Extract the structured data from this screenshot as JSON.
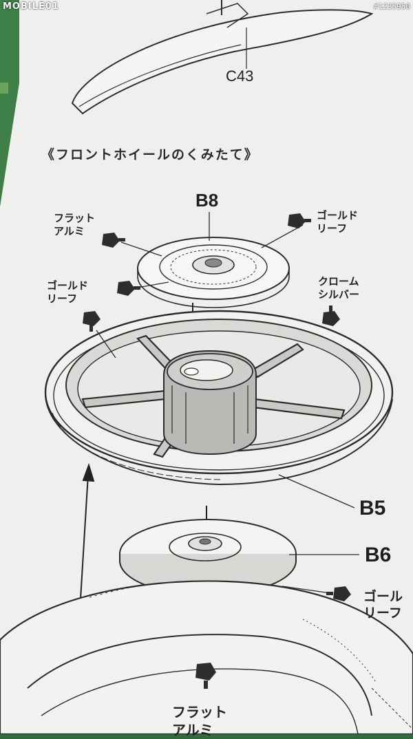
{
  "watermark": {
    "site": "MOBILE01",
    "post_id": "#1235950"
  },
  "heading": "《フロントホイールのくみたて》",
  "parts": {
    "fender": "C43",
    "hub_cover": "B8",
    "wheel": "B5",
    "back_disc": "B6"
  },
  "paint_labels": {
    "flat_alu_top": "フラット\nアルミ",
    "gold_leaf_top": "ゴールド\nリーフ",
    "gold_leaf_left": "ゴールド\nリーフ",
    "chrome_silver": "クローム\nシルバー",
    "gold_leaf_bottom": "ゴール\nリーフ",
    "flat_alu_bottom": "フラット\nアルミ"
  },
  "colors": {
    "paper": "#eeeeec",
    "ink": "#2b2b2b",
    "background_green": "#2f6b3c"
  }
}
